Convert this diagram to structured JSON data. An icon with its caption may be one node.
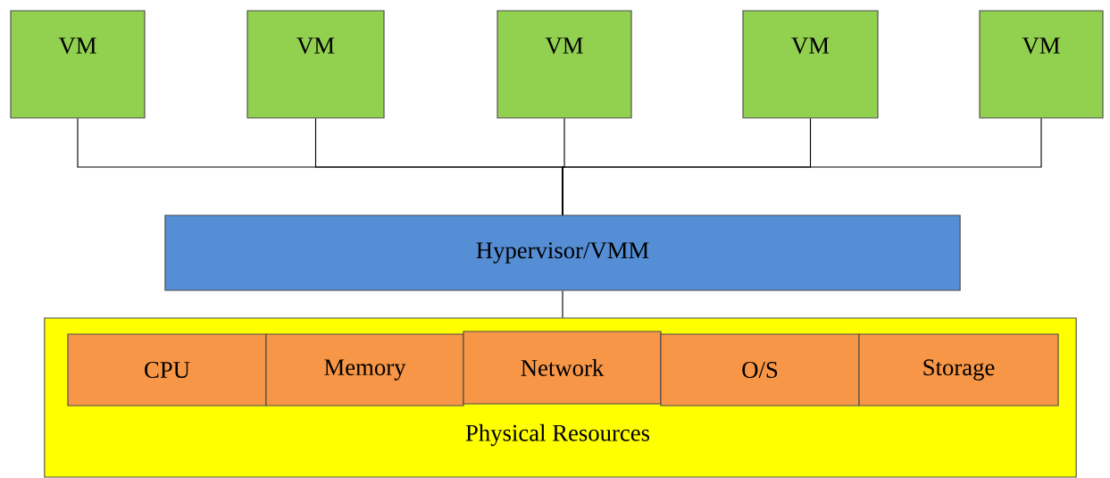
{
  "diagram": {
    "nodes": [
      {
        "text": [
          "VM"
        ]
      },
      {
        "text": [
          "VM"
        ]
      },
      {
        "text": [
          "VM"
        ]
      },
      {
        "text": [
          "VM"
        ]
      },
      {
        "text": [
          "VM"
        ]
      },
      {
        "text": [
          "Hypervisor/VMM"
        ]
      },
      {
        "text": [
          "Physical Resources"
        ]
      },
      {
        "text": [
          "CPU"
        ],
        "in": 6
      },
      {
        "text": [
          "Memory"
        ],
        "in": 6
      },
      {
        "text": [
          "Network"
        ],
        "in": 6
      },
      {
        "text": [
          "O/S"
        ],
        "in": 6
      },
      {
        "text": [
          "Storage"
        ],
        "in": 6
      }
    ],
    "edges": [
      {
        "from": 0,
        "to": 5,
        "arrow": "none"
      },
      {
        "from": 1,
        "to": 5,
        "arrow": "none"
      },
      {
        "from": 2,
        "to": 5,
        "arrow": "none"
      },
      {
        "from": 3,
        "to": 5,
        "arrow": "none"
      },
      {
        "from": 4,
        "to": 5,
        "arrow": "none"
      },
      {
        "from": 5,
        "to": 6,
        "arrow": "none"
      }
    ]
  }
}
